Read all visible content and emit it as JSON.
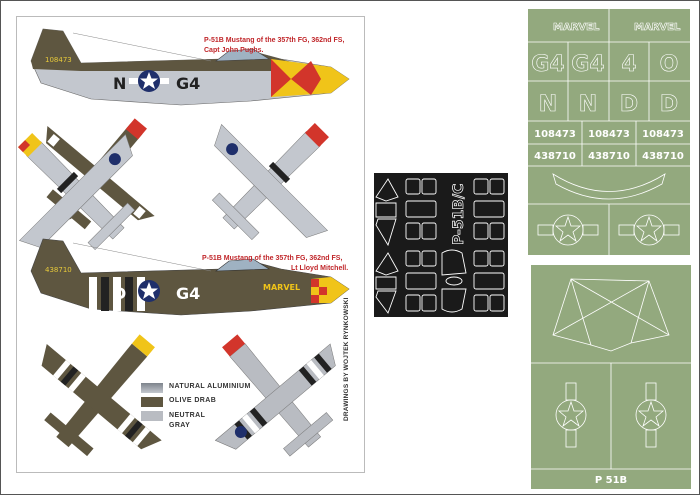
{
  "profiles": [
    {
      "caption_line1": "P-51B Mustang of the 357th FG, 362nd FS,",
      "caption_line2": "Capt John Pughs.",
      "serial": "108473",
      "code_left": "N",
      "code_right": "G4"
    },
    {
      "caption_line1": "P-51B Mustang of the 357th FG, 362nd FS,",
      "caption_line2": "Lt Lloyd Mitchell.",
      "serial": "438710",
      "code_left": "D",
      "code_right": "G4",
      "nose_art": "MARVEL"
    }
  ],
  "legend": [
    {
      "label": "NATURAL ALUMINIUM",
      "color": "#9aa0a8"
    },
    {
      "label": "OLIVE DRAB",
      "color": "#5e5640"
    },
    {
      "label": "NEUTRAL GRAY",
      "color": "#b9bcc2"
    }
  ],
  "credit": "DRAWINGS BY WOJTEK RYNKOWSKI",
  "canopy_mask": {
    "label": "P-51B/C",
    "color": "#1a1a1a"
  },
  "paint_masks": {
    "color": "#93a97e",
    "marvel": [
      "MARVEL",
      "MARVEL"
    ],
    "codes_row1": [
      "G4",
      "G4",
      "4",
      "O"
    ],
    "codes_row2": [
      "N",
      "N",
      "D",
      "D"
    ],
    "serials_1": [
      "108473",
      "108473",
      "108473"
    ],
    "serials_2": [
      "438710",
      "438710",
      "438710"
    ],
    "footer": "P 51B"
  },
  "colors": {
    "olive": "#5e5640",
    "aluminium": "#c3c7ce",
    "yellow": "#f0c419",
    "red": "#d2352b",
    "insignia_blue": "#1f2f6b"
  }
}
